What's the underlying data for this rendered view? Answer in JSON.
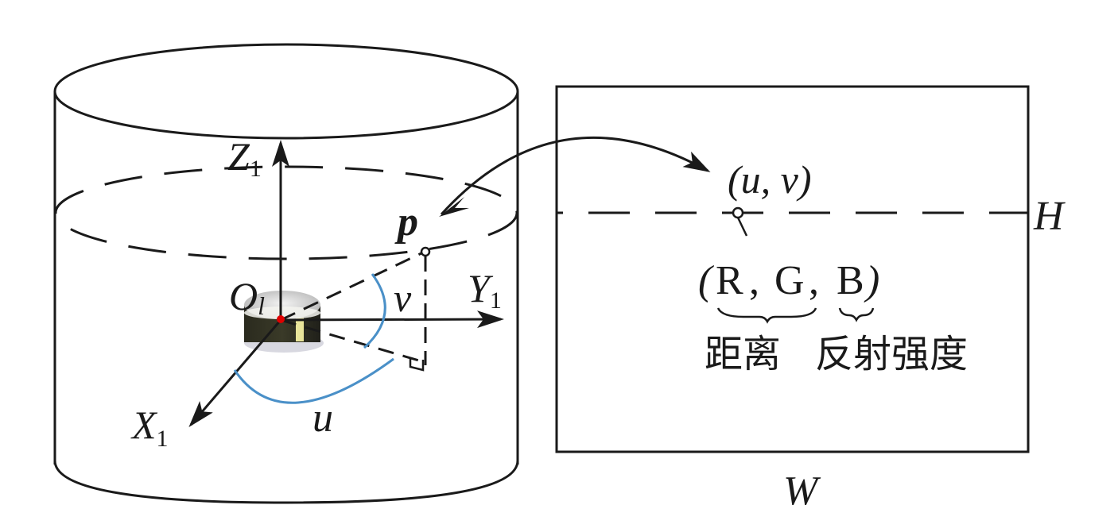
{
  "diagram": {
    "left": {
      "axes": {
        "z": {
          "main": "Z",
          "sub": "1"
        },
        "y": {
          "main": "Y",
          "sub": "1"
        },
        "x": {
          "main": "X",
          "sub": "1"
        }
      },
      "origin": {
        "main": "O",
        "sub": "l"
      },
      "point": "p",
      "angle_vertical": "v",
      "angle_horizontal": "u"
    },
    "right": {
      "pixel_coord": "(u, v)",
      "channels": {
        "open": "(",
        "r": "R",
        "g": "G",
        "b": "B",
        "sep": ",",
        "close": ")"
      },
      "annotation_distance": "距离",
      "annotation_reflectivity": "反射强度",
      "height_label": "H",
      "width_label": "W"
    },
    "colors": {
      "stroke": "#1a1a1a",
      "angle_arc": "#4a90c8",
      "origin_dot": "#e00000"
    }
  }
}
